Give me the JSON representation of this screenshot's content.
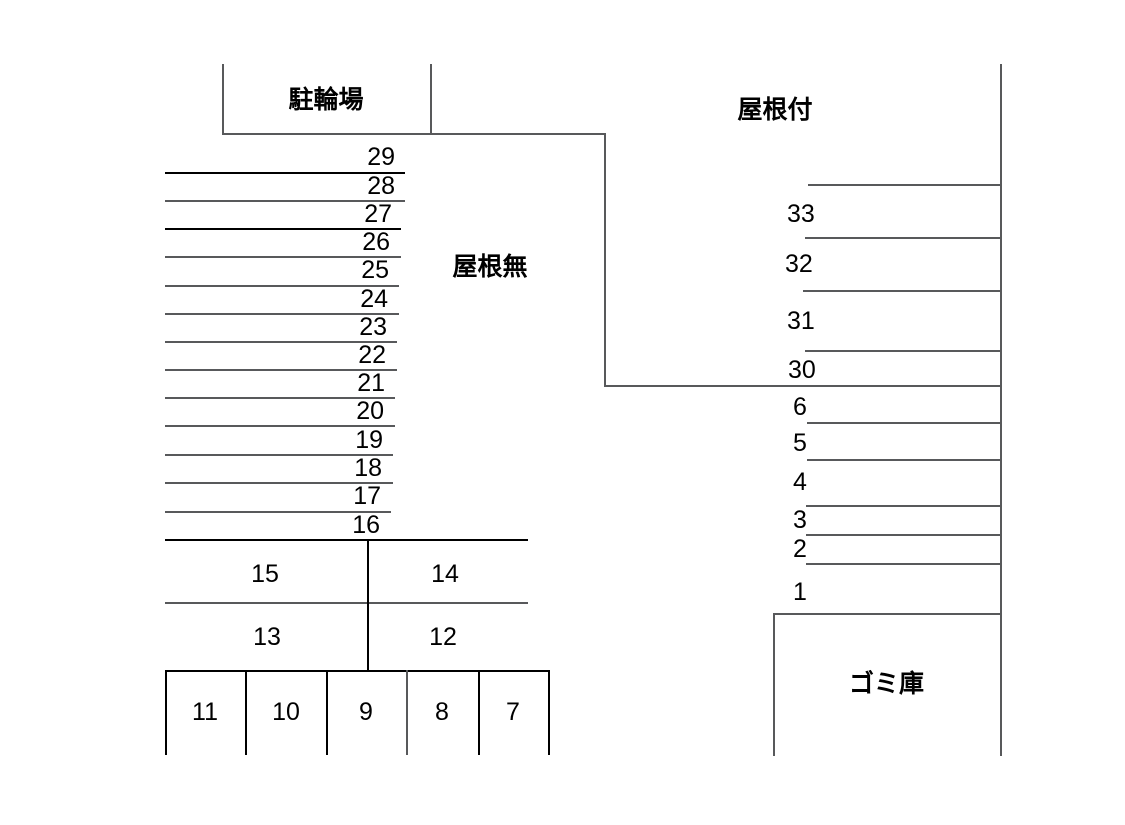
{
  "diagram": {
    "title": "",
    "zones": {
      "bicycle_parking": "駐輪場",
      "no_roof": "屋根無",
      "with_roof": "屋根付",
      "garbage_storage": "ゴミ庫"
    },
    "colors": {
      "line": "#58595b",
      "line_dark": "#000000",
      "text": "#000000",
      "background": "#ffffff"
    },
    "left_column_stalls": [
      "29",
      "28",
      "27",
      "26",
      "25",
      "24",
      "23",
      "22",
      "21",
      "20",
      "19",
      "18",
      "17",
      "16"
    ],
    "mid_row_upper": [
      "15",
      "14"
    ],
    "mid_row_lower": [
      "13",
      "12"
    ],
    "bottom_row_stalls": [
      "11",
      "10",
      "9",
      "8",
      "7"
    ],
    "right_column_upper_stalls": [
      "33",
      "32",
      "31",
      "30"
    ],
    "right_column_lower_stalls": [
      "6",
      "5",
      "4",
      "3",
      "2",
      "1"
    ]
  }
}
